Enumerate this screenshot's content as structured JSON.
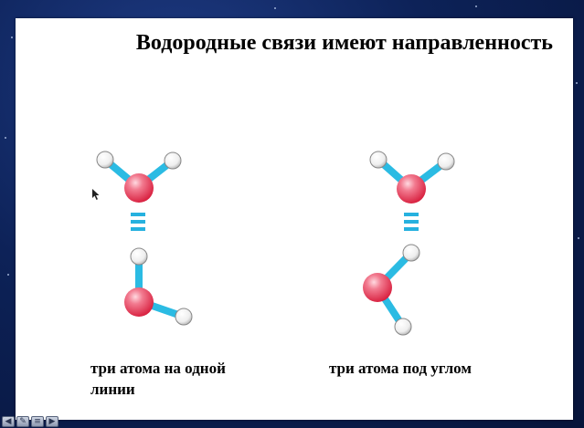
{
  "slide": {
    "title": "Водородные связи имеют направленность"
  },
  "captions": {
    "left": "три атома на одной линии",
    "right": "три атома под углом"
  },
  "colors": {
    "oxygen": "#ee4d68",
    "hydrogen": "#f2f2f2",
    "bond": "#2bbbe3",
    "hbond": "#26b1df",
    "background": "#0d2258"
  },
  "toolbar": {
    "icons": [
      "arrow-left-icon",
      "pen-icon",
      "menu-icon",
      "arrow-right-icon"
    ]
  }
}
